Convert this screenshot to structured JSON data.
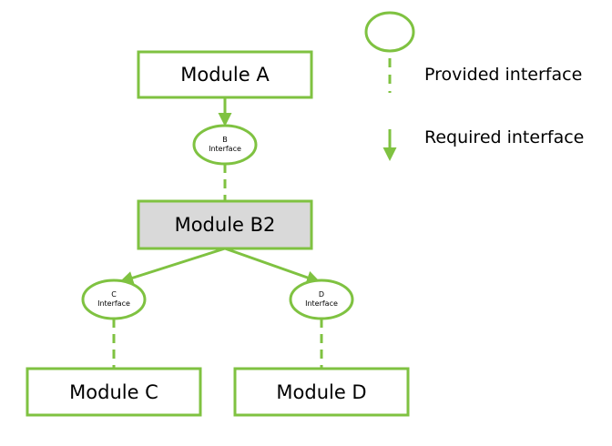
{
  "colors": {
    "accent": "#7fc241",
    "highlight_fill": "#d9d9d9",
    "text": "#000000"
  },
  "modules": {
    "a": {
      "label": "Module A"
    },
    "b2": {
      "label": "Module B2",
      "highlighted": true
    },
    "c": {
      "label": "Module C"
    },
    "d": {
      "label": "Module D"
    }
  },
  "interfaces": {
    "b": {
      "name": "B",
      "type": "Interface"
    },
    "c": {
      "name": "C",
      "type": "Interface"
    },
    "d": {
      "name": "D",
      "type": "Interface"
    }
  },
  "legend": {
    "provided": "Provided interface",
    "required": "Required interface"
  }
}
